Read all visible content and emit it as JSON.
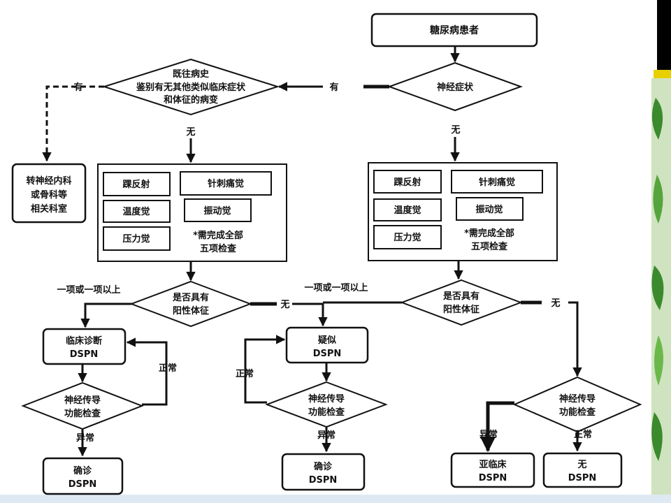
{
  "nodes": {
    "patient": "糖尿病患者",
    "neuro_symptom": "神经症状",
    "history": [
      "既往病史",
      "鉴别有无其他类似临床症状",
      "和体征的病变"
    ],
    "referral": [
      "转神经内科",
      "或骨科等",
      "相关科室"
    ],
    "exam_left": {
      "ankle_reflex": "踝反射",
      "pinprick": "针刺痛觉",
      "temperature": "温度觉",
      "vibration": "振动觉",
      "pressure": "压力觉",
      "note": [
        "*需完成全部",
        "五项检查"
      ]
    },
    "exam_right": {
      "ankle_reflex": "踝反射",
      "pinprick": "针刺痛觉",
      "temperature": "温度觉",
      "vibration": "振动觉",
      "pressure": "压力觉",
      "note": [
        "*需完成全部",
        "五项检查"
      ]
    },
    "positive_left": [
      "是否具有",
      "阳性体征"
    ],
    "positive_right": [
      "是否具有",
      "阳性体征"
    ],
    "clinical_dspn": [
      "临床诊断",
      "DSPN"
    ],
    "suspected_dspn": [
      "疑似",
      "DSPN"
    ],
    "ncs_1": [
      "神经传导",
      "功能检查"
    ],
    "ncs_2": [
      "神经传导",
      "功能检查"
    ],
    "ncs_3": [
      "神经传导",
      "功能检查"
    ],
    "confirmed_1": [
      "确诊",
      "DSPN"
    ],
    "confirmed_2": [
      "确诊",
      "DSPN"
    ],
    "subclinical": [
      "亚临床",
      "DSPN"
    ],
    "no_dspn": [
      "无",
      "DSPN"
    ]
  },
  "edge_labels": {
    "yes_1": "有",
    "yes_2": "有",
    "no_history": "无",
    "no_symptom": "无",
    "one_or_more_1": "一项或一项以上",
    "one_or_more_2": "一项或一项以上",
    "none_1": "无",
    "none_2": "无",
    "normal_1": "正常",
    "normal_2": "正常",
    "normal_3": "正常",
    "abnormal_1": "异常",
    "abnormal_2": "异常",
    "abnormal_3": "异常"
  },
  "decor": {
    "leaf_green": "#3c8a2e",
    "accent_yellow": "#e8d000",
    "bar_black": "#000000"
  }
}
